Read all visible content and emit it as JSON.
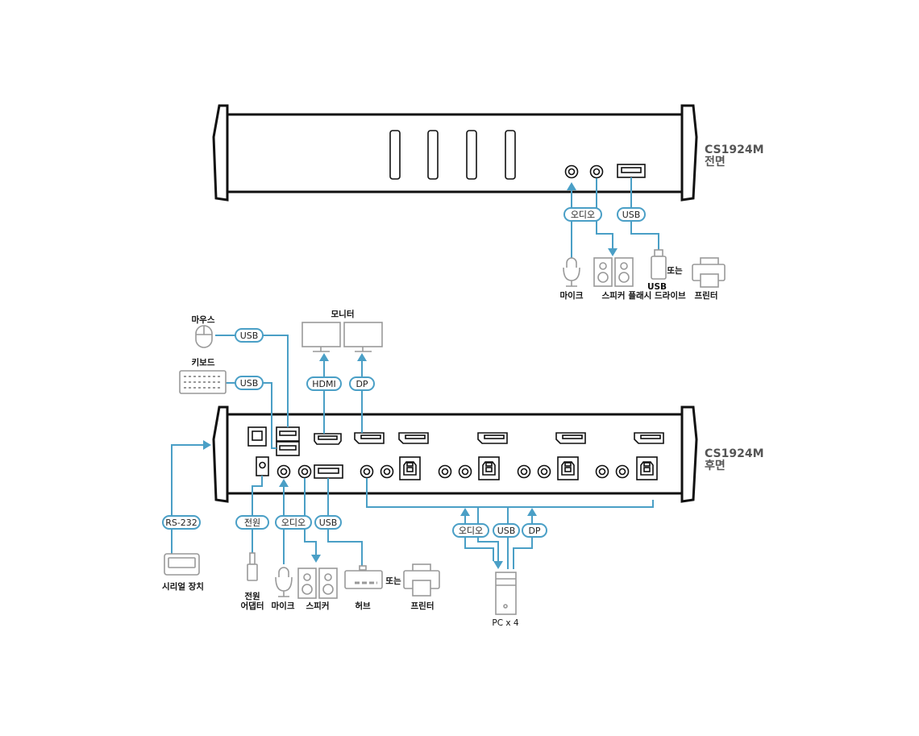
{
  "front": {
    "model": "CS1924M",
    "side": "전면",
    "pills": {
      "audio": "오디오",
      "usb": "USB"
    },
    "labels": {
      "mic": "마이크",
      "speaker": "스피커",
      "usb_line1": "USB",
      "usb_line2": "플래시 드라이브",
      "or": "또는",
      "printer": "프린터"
    }
  },
  "rear": {
    "model": "CS1924M",
    "side": "후면",
    "pills": {
      "mouse_usb": "USB",
      "keyboard_usb": "USB",
      "hdmi": "HDMI",
      "dp": "DP",
      "rs232": "RS-232",
      "power": "전원",
      "audio": "오디오",
      "usb": "USB",
      "pc_audio": "오디오",
      "pc_usb": "USB",
      "pc_dp": "DP"
    },
    "labels": {
      "mouse": "마우스",
      "keyboard": "키보드",
      "monitor": "모니터",
      "serial": "시리얼 장치",
      "adapter_line1": "전원",
      "adapter_line2": "어댑터",
      "mic": "마이크",
      "speaker": "스피커",
      "hub": "허브",
      "or": "또는",
      "printer": "프린터",
      "pc": "PC x 4"
    }
  },
  "colors": {
    "cable": "#4a9fc6",
    "device": "#111111",
    "icon": "#999999"
  }
}
